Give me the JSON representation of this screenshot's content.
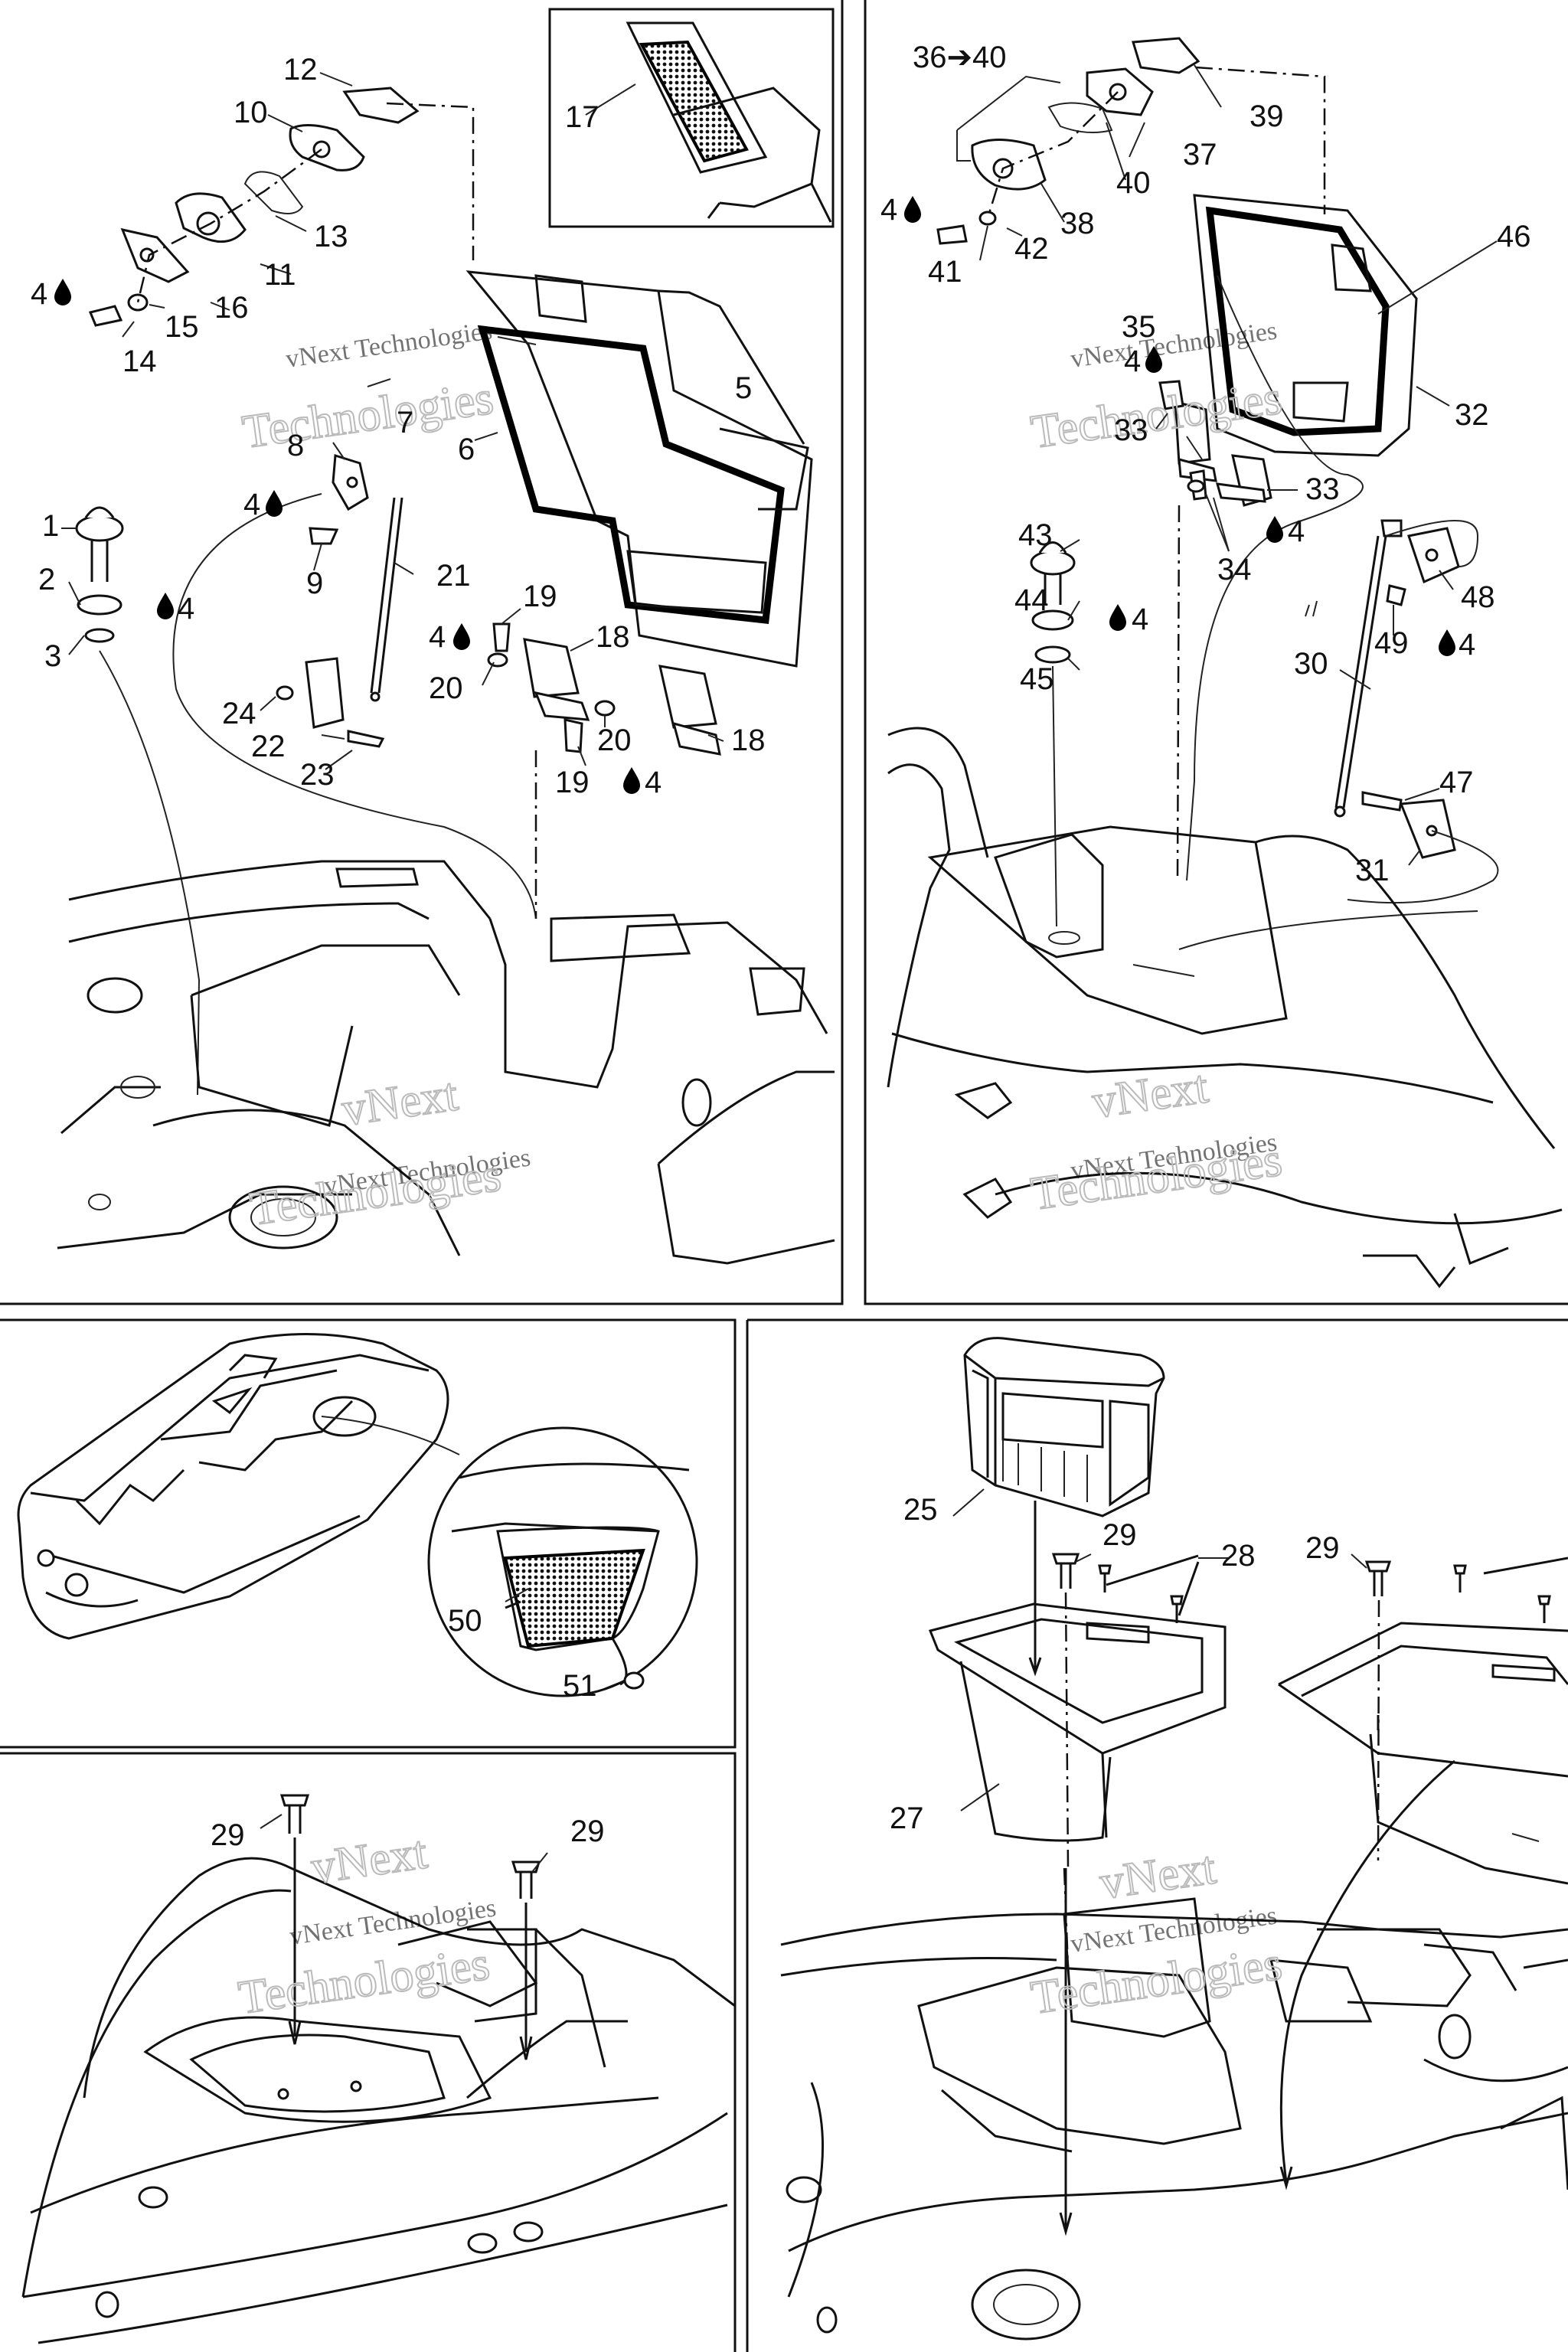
{
  "watermark": {
    "line1": "vNext Technologies",
    "line2": "vNext",
    "line3": "Technologies"
  },
  "callouts": {
    "p1_1": "1",
    "p1_2": "2",
    "p1_3": "3",
    "p1_4a": "4",
    "p1_4b": "4",
    "p1_4c": "4",
    "p1_4d": "4",
    "p1_4e": "4",
    "p1_5": "5",
    "p1_6": "6",
    "p1_7": "7",
    "p1_8": "8",
    "p1_9": "9",
    "p1_10": "10",
    "p1_11": "11",
    "p1_12": "12",
    "p1_13": "13",
    "p1_14": "14",
    "p1_15": "15",
    "p1_16": "16",
    "p1_17": "17",
    "p1_18a": "18",
    "p1_18b": "18",
    "p1_19a": "19",
    "p1_19b": "19",
    "p1_20a": "20",
    "p1_20b": "20",
    "p1_21": "21",
    "p1_22": "22",
    "p1_23": "23",
    "p1_24": "24",
    "p2_3640": "36➔40",
    "p2_39": "39",
    "p2_37": "37",
    "p2_40": "40",
    "p2_38": "38",
    "p2_4a": "4",
    "p2_42": "42",
    "p2_41": "41",
    "p2_46": "46",
    "p2_35": "35",
    "p2_4b": "4",
    "p2_32": "32",
    "p2_33a": "33",
    "p2_33b": "33",
    "p2_4c": "4",
    "p2_34": "34",
    "p2_43": "43",
    "p2_44": "44",
    "p2_4d": "4",
    "p2_45": "45",
    "p2_48": "48",
    "p2_49": "49",
    "p2_4e": "4",
    "p2_30": "30",
    "p2_47": "47",
    "p2_31": "31",
    "p3_50": "50",
    "p3_51": "51",
    "p4_29a": "29",
    "p4_29b": "29",
    "p5_25": "25",
    "p5_29a": "29",
    "p5_28": "28",
    "p5_29b": "29",
    "p5_27": "27"
  }
}
